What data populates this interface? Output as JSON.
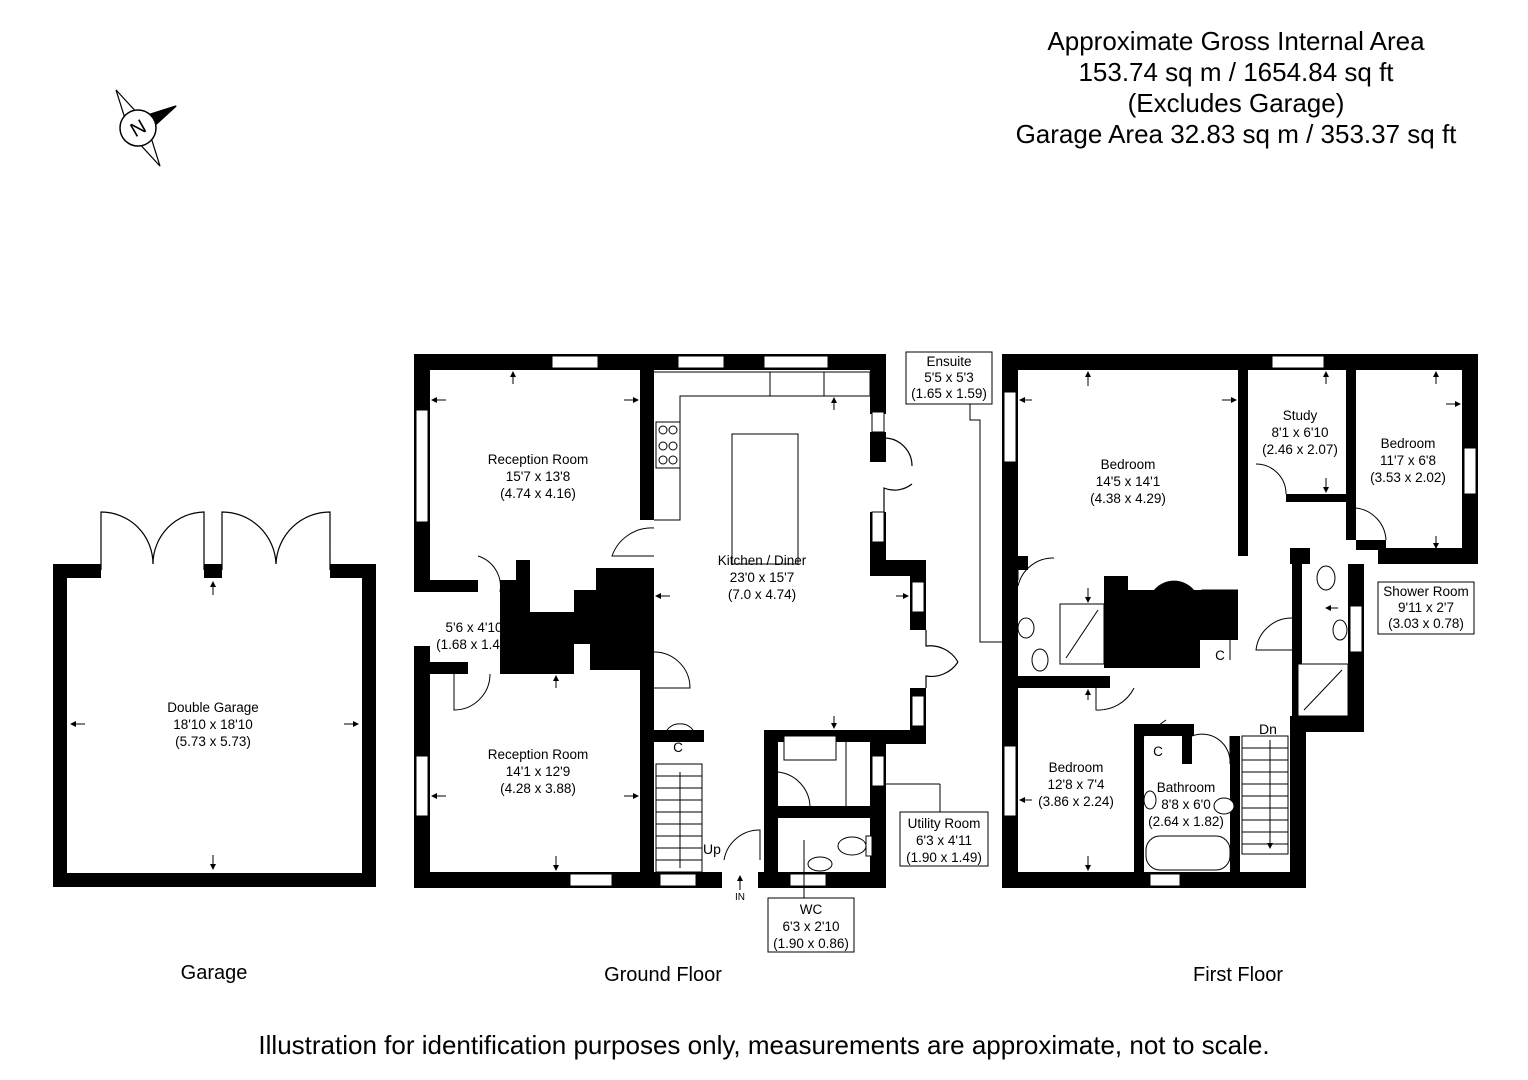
{
  "area_summary": {
    "line1": "Approximate Gross Internal Area",
    "line2": "153.74 sq m / 1654.84 sq ft",
    "line3": "(Excludes Garage)",
    "line4": "Garage Area 32.83 sq m / 353.37 sq ft"
  },
  "compass": {
    "icon": "compass-north-icon",
    "letter": "N"
  },
  "floors": {
    "garage": "Garage",
    "ground": "Ground Floor",
    "first": "First Floor"
  },
  "rooms": {
    "double_garage": {
      "name": "Double Garage",
      "imperial": "18'10 x 18'10",
      "metric": "(5.73 x 5.73)"
    },
    "reception_room_1": {
      "name": "Reception Room",
      "imperial": "15'7 x 13'8",
      "metric": "(4.74 x 4.16)"
    },
    "hall_small": {
      "imperial": "5'6 x 4'10",
      "metric": "(1.68 x 1.46)"
    },
    "reception_room_2": {
      "name": "Reception Room",
      "imperial": "14'1 x 12'9",
      "metric": "(4.28 x 3.88)"
    },
    "kitchen_diner": {
      "name": "Kitchen / Diner",
      "imperial": "23'0 x 15'7",
      "metric": "(7.0 x 4.74)"
    },
    "utility_room": {
      "name": "Utility Room",
      "imperial": "6'3 x 4'11",
      "metric": "(1.90 x 1.49)"
    },
    "wc": {
      "name": "WC",
      "imperial": "6'3 x 2'10",
      "metric": "(1.90 x 0.86)"
    },
    "ensuite": {
      "name": "Ensuite",
      "imperial": "5'5 x 5'3",
      "metric": "(1.65 x 1.59)"
    },
    "bedroom_1": {
      "name": "Bedroom",
      "imperial": "14'5 x 14'1",
      "metric": "(4.38 x 4.29)"
    },
    "study": {
      "name": "Study",
      "imperial": "8'1 x 6'10",
      "metric": "(2.46 x 2.07)"
    },
    "bedroom_2": {
      "name": "Bedroom",
      "imperial": "11'7 x 6'8",
      "metric": "(3.53 x 2.02)"
    },
    "shower_room": {
      "name": "Shower Room",
      "imperial": "9'11 x 2'7",
      "metric": "(3.03 x 0.78)"
    },
    "bedroom_3": {
      "name": "Bedroom",
      "imperial": "12'8 x 7'4",
      "metric": "(3.86 x 2.24)"
    },
    "bathroom": {
      "name": "Bathroom",
      "imperial": "8'8 x 6'0",
      "metric": "(2.64 x 1.82)"
    }
  },
  "markers": {
    "cupboard": "C",
    "stairs_up": "Up",
    "stairs_down": "Dn",
    "entrance": "IN"
  },
  "disclaimer": "Illustration for identification purposes only, measurements are approximate, not to scale."
}
